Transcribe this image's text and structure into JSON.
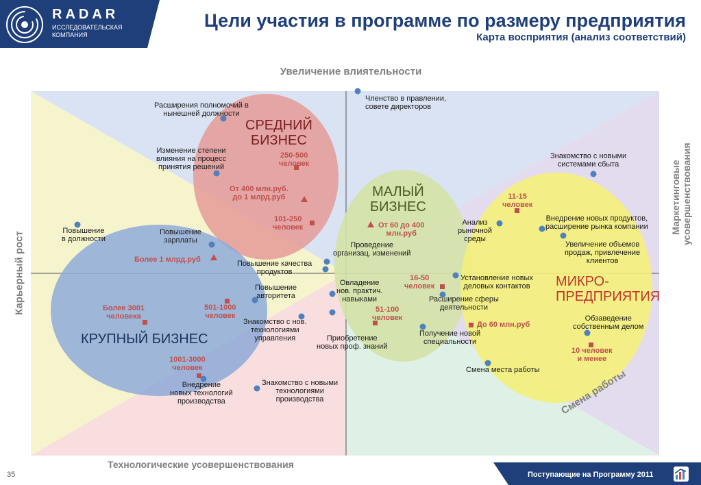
{
  "logo": {
    "name": "RADAR",
    "subtitle": "ИССЛЕДОВАТЕЛЬСКАЯ\nКОМПАНИЯ"
  },
  "title": "Цели участия в программе по размеру предприятия",
  "subtitle": "Карта восприятия (анализ соответствий)",
  "axes": {
    "top": "Увеличение влиятельности",
    "bottom": "Технологические усовершенствования",
    "left": "Карьерный рост",
    "right": "Маркетинговые\nусовершенствования",
    "diagonal": "Смена работы"
  },
  "groups": {
    "medium": "СРЕДНИЙ\nБИЗНЕС",
    "small": "МАЛЫЙ\nБИЗНЕС",
    "micro": "МИКРО-\nПРЕДПРИЯТИЯ",
    "large": "КРУПНЫЙ БИЗНЕС"
  },
  "goals": {
    "g1": "Расширения полномочий в\nнынешней должности",
    "g2": "Членство в правлении,\nсовете директоров",
    "g3": "Изменение степени\nвлияния на процесс\nпринятия решений",
    "g4": "Знакомство с новыми\nсистемами сбыта",
    "g5": "Повышение\nв должности",
    "g6": "Повышение\nзарплаты",
    "g7": "Анализ\nрыночной\nсреды",
    "g8": "Внедрение новых продуктов,\nрасширение рынка компании",
    "g9": "Увеличение объемов\nпродаж, привлечение\nклиентов",
    "g10": "Проведение\nорганизац. изменений",
    "g11": "Повышение качества\nпродуктов",
    "g12": "Установление новых\nделовых контактов",
    "g13": "Повышение\nавторитета",
    "g14": "Овладение\nнов. практич.\nнавыками",
    "g15": "Расширение сферы\nдеятельности",
    "g16": "Знакомство с нов.\nтехнологиями\nуправления",
    "g17": "Приобретение\nновых проф. знаний",
    "g18": "Получение новой\nспециальности",
    "g19": "Обзаведение\nсобственным делом",
    "g20": "Смена места работы",
    "g21": "Внедрение\nновых технологий\nпроизводства",
    "g22": "Знакомство с новыми\nтехнологиями\nпроизводства"
  },
  "attributes": {
    "a1": "250-500\nчеловек",
    "a2": "От 400 млн.руб.\nдо 1 млрд.руб",
    "a3": "101-250\nчеловек",
    "a4": "От 60 до 400\nмлн.руб",
    "a5": "11-15\nчеловек",
    "a6": "Более 1 млрд.руб",
    "a7": "Более 3001\nчеловека",
    "a8": "501-1000\nчеловек",
    "a9": "16-50\nчеловек",
    "a10": "51-100\nчеловек",
    "a11": "До 60 млн.руб",
    "a12": "10 человек\nи менее",
    "a13": "1001-3000\nчеловек"
  },
  "footer": {
    "text": "Поступающие на Программу 2011",
    "page": "35"
  },
  "colors": {
    "brand": "#1f3f7a",
    "marker_blue": "#4f81bd",
    "marker_red": "#c0504d",
    "medium": "#e59a97",
    "small": "#d4e2a7",
    "micro": "#f4f07a",
    "large": "#8eaad8"
  }
}
